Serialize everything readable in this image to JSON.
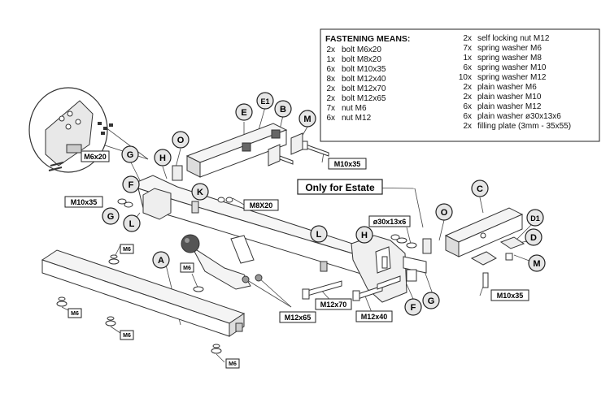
{
  "legend": {
    "title": "FASTENING MEANS:",
    "left_items": [
      {
        "qty": "2x",
        "desc": "bolt M6x20"
      },
      {
        "qty": "1x",
        "desc": "bolt M8x20"
      },
      {
        "qty": "6x",
        "desc": "bolt M10x35"
      },
      {
        "qty": "8x",
        "desc": "bolt M12x40"
      },
      {
        "qty": "2x",
        "desc": "bolt M12x70"
      },
      {
        "qty": "2x",
        "desc": "bolt M12x65"
      },
      {
        "qty": "7x",
        "desc": "nut M6"
      },
      {
        "qty": "6x",
        "desc": "nut M12"
      }
    ],
    "right_items": [
      {
        "qty": "2x",
        "desc": "self locking nut M12"
      },
      {
        "qty": "7x",
        "desc": "spring washer M6"
      },
      {
        "qty": "1x",
        "desc": "spring washer M8"
      },
      {
        "qty": "6x",
        "desc": "spring washer M10"
      },
      {
        "qty": "10x",
        "desc": "spring washer M12"
      },
      {
        "qty": "2x",
        "desc": "plain washer M6"
      },
      {
        "qty": "2x",
        "desc": "plain washer M10"
      },
      {
        "qty": "6x",
        "desc": "plain washer M12"
      },
      {
        "qty": "6x",
        "desc": "plain washer ø30x13x6"
      },
      {
        "qty": "2x",
        "desc": "filling plate (3mm - 35x55)"
      }
    ]
  },
  "estate_label": "Only for Estate",
  "part_letters": {
    "A": "A",
    "B": "B",
    "C": "C",
    "D": "D",
    "D1": "D1",
    "E": "E",
    "E1": "E1",
    "F": "F",
    "G": "G",
    "H": "H",
    "K": "K",
    "L": "L",
    "M": "M",
    "O": "O"
  },
  "size_labels": {
    "m6x20": "M6x20",
    "m10x35": "M10x35",
    "m8x20": "M8X20",
    "m6": "M6",
    "m12x65": "M12x65",
    "m12x70": "M12x70",
    "m12x40": "M12x40",
    "washer": "ø30x13x6"
  }
}
